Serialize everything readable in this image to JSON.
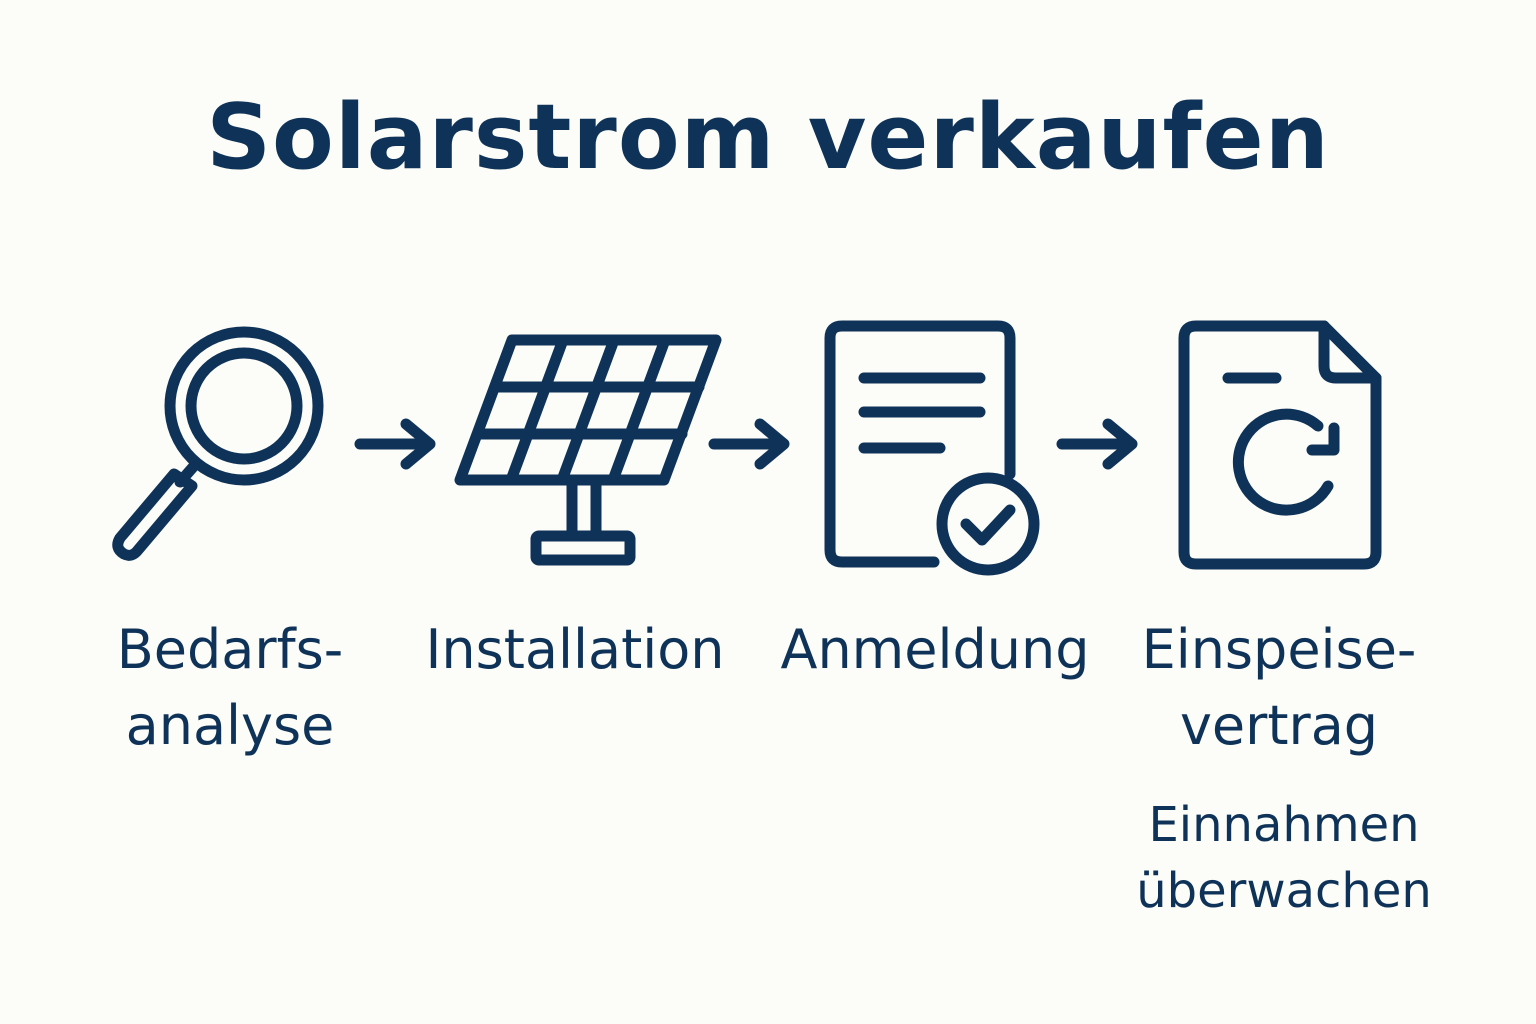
{
  "title": "Solarstrom verkaufen",
  "steps": [
    {
      "icon": "magnifier-icon",
      "label_lines": [
        "Bedarfs-",
        "analyse"
      ]
    },
    {
      "icon": "solar-panel-icon",
      "label_lines": [
        "Installation"
      ]
    },
    {
      "icon": "document-check-icon",
      "label_lines": [
        "Anmeldung"
      ]
    },
    {
      "icon": "document-refresh-icon",
      "label_lines": [
        "Einspeise-",
        "vertrag"
      ]
    }
  ],
  "extra_note_lines": [
    "Einnahmen",
    "überwachen"
  ],
  "colors": {
    "primary": "#0f3358",
    "background": "#fcfcf9"
  }
}
